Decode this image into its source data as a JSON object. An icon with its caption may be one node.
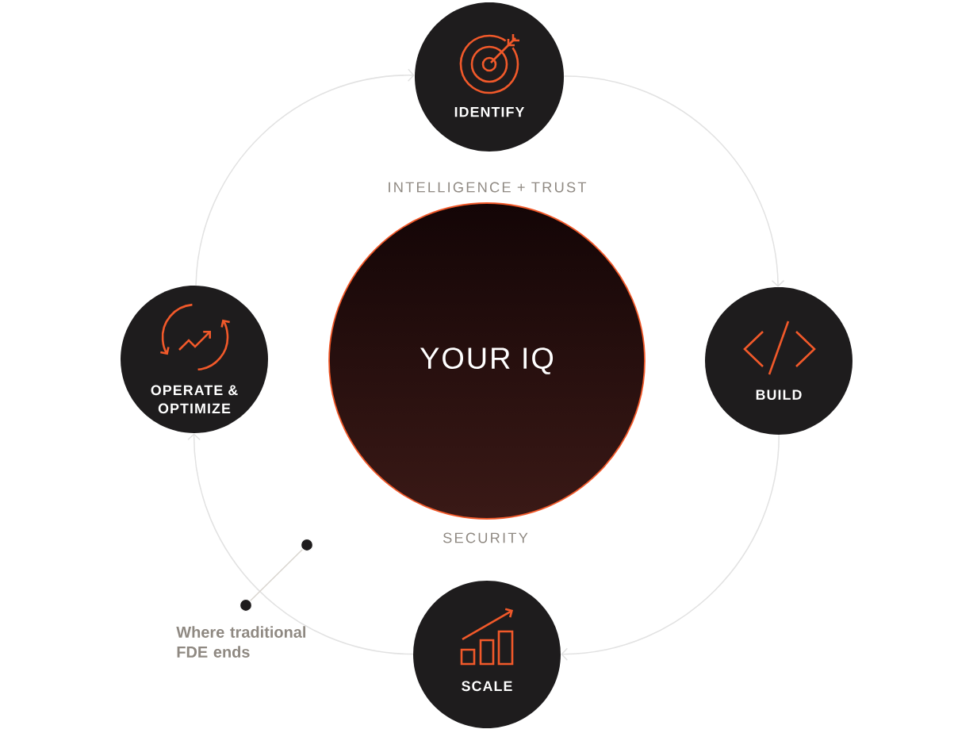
{
  "diagram": {
    "nodes": [
      {
        "text": [
          "IDENTIFY"
        ]
      },
      {
        "text": [
          "OPERATE & OPTIMIZE"
        ]
      },
      {
        "text": [
          "YOUR IQ"
        ],
        "beside": [
          "INTELLIGENCE + TRUST",
          "SECURITY"
        ]
      },
      {
        "text": [
          "BUILD"
        ]
      },
      {
        "text": [
          "SCALE"
        ]
      },
      {
        "text": [],
        "shape": "circle"
      },
      {
        "text": [],
        "shape": "circle",
        "beside": [
          "Where traditional FDE ends"
        ]
      }
    ],
    "edges": [
      {
        "from": 0,
        "to": 3,
        "arrow": "to"
      },
      {
        "from": 3,
        "to": 4,
        "arrow": "to"
      },
      {
        "from": 4,
        "to": 1,
        "arrow": "to"
      },
      {
        "from": 1,
        "to": 0,
        "arrow": "to"
      },
      {
        "from": 6,
        "to": 5,
        "arrow": "none",
        "color": "#d9d5cf"
      }
    ]
  }
}
